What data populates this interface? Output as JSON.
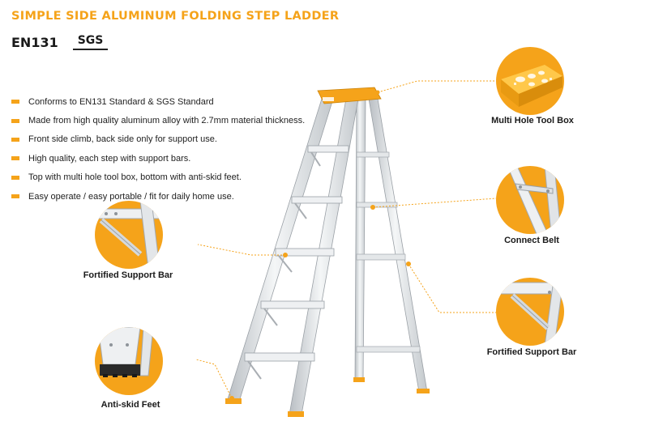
{
  "header": {
    "title": "SIMPLE SIDE ALUMINUM FOLDING STEP LADDER",
    "certification": "EN131",
    "certification_mark": "SGS"
  },
  "features": [
    "Conforms to EN131 Standard & SGS Standard",
    "Made from high quality aluminum alloy with 2.7mm material thickness.",
    "Front side climb, back side only for support use.",
    "High quality, each step with support bars.",
    "Top with multi hole tool box, bottom with anti-skid feet.",
    "Easy operate / easy portable / fit for daily home use."
  ],
  "callouts": {
    "tool_box": "Multi Hole Tool Box",
    "connect_belt": "Connect Belt",
    "support_bar_right": "Fortified Support Bar",
    "support_bar_left": "Fortified Support Bar",
    "anti_skid": "Anti-skid Feet"
  },
  "colors": {
    "accent": "#f5a31a",
    "text": "#1a1a1a",
    "aluminum": "#d9dde0"
  }
}
